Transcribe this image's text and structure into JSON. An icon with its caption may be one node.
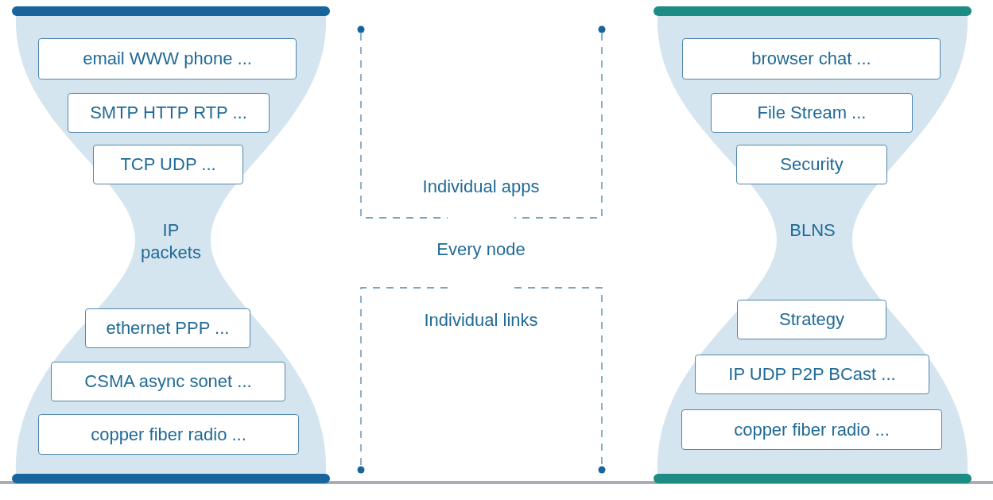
{
  "diagram": {
    "nodes": [
      {
        "text": [
          "IP packets"
        ]
      },
      {
        "text": [
          "email WWW phone ..."
        ],
        "in": 0
      },
      {
        "text": [
          "SMTP HTTP RTP ..."
        ],
        "in": 0
      },
      {
        "text": [
          "TCP UDP ..."
        ],
        "in": 0
      },
      {
        "text": [
          "ethernet PPP ..."
        ],
        "in": 0
      },
      {
        "text": [
          "CSMA async sonet ..."
        ],
        "in": 0
      },
      {
        "text": [
          "copper fiber radio ..."
        ],
        "in": 0
      },
      {
        "text": [
          "BLNS"
        ]
      },
      {
        "text": [
          "browser chat ..."
        ],
        "in": 7
      },
      {
        "text": [
          "File Stream ..."
        ],
        "in": 7
      },
      {
        "text": [
          "Security"
        ],
        "in": 7
      },
      {
        "text": [
          "Strategy"
        ],
        "in": 7
      },
      {
        "text": [
          "IP UDP P2P BCast ..."
        ],
        "in": 7
      },
      {
        "text": [
          "copper fiber radio ..."
        ],
        "in": 7
      }
    ],
    "labels": [
      "Individual apps",
      "Every node",
      "Individual links"
    ]
  }
}
